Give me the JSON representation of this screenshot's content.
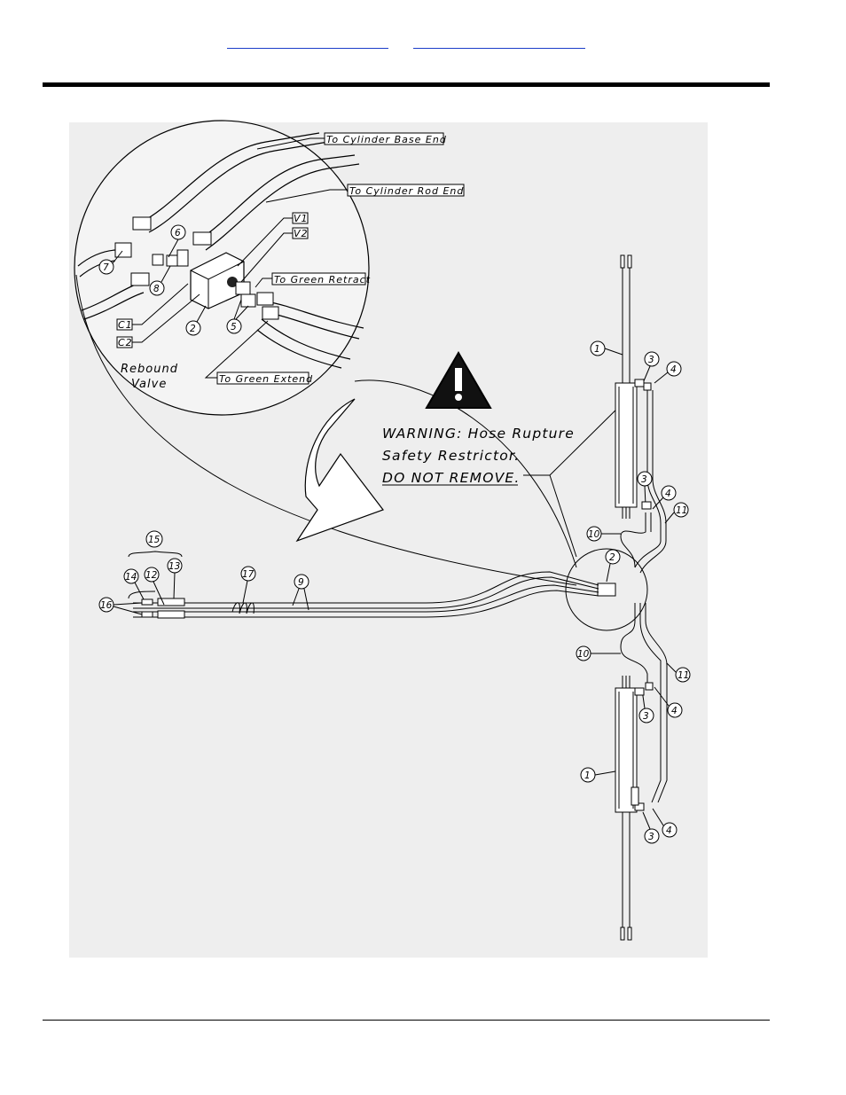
{
  "header": {
    "link1": "",
    "link2": ""
  },
  "callouts": {
    "base_end": "To Cylinder Base End",
    "rod_end": "To Cylinder Rod End",
    "green_retract": "To Green Retract",
    "green_extend": "To Green Extend",
    "v1": "V1",
    "v2": "V2",
    "c1": "C1",
    "c2": "C2",
    "rebound_line1": "Rebound",
    "rebound_line2": "Valve"
  },
  "warning": {
    "line1": "WARNING: Hose Rupture",
    "line2": "Safety Restrictor.",
    "line3": "DO NOT REMOVE."
  },
  "parts": [
    "1",
    "2",
    "3",
    "4",
    "5",
    "6",
    "7",
    "8",
    "9",
    "10",
    "11",
    "12",
    "13",
    "14",
    "15",
    "16",
    "17"
  ]
}
